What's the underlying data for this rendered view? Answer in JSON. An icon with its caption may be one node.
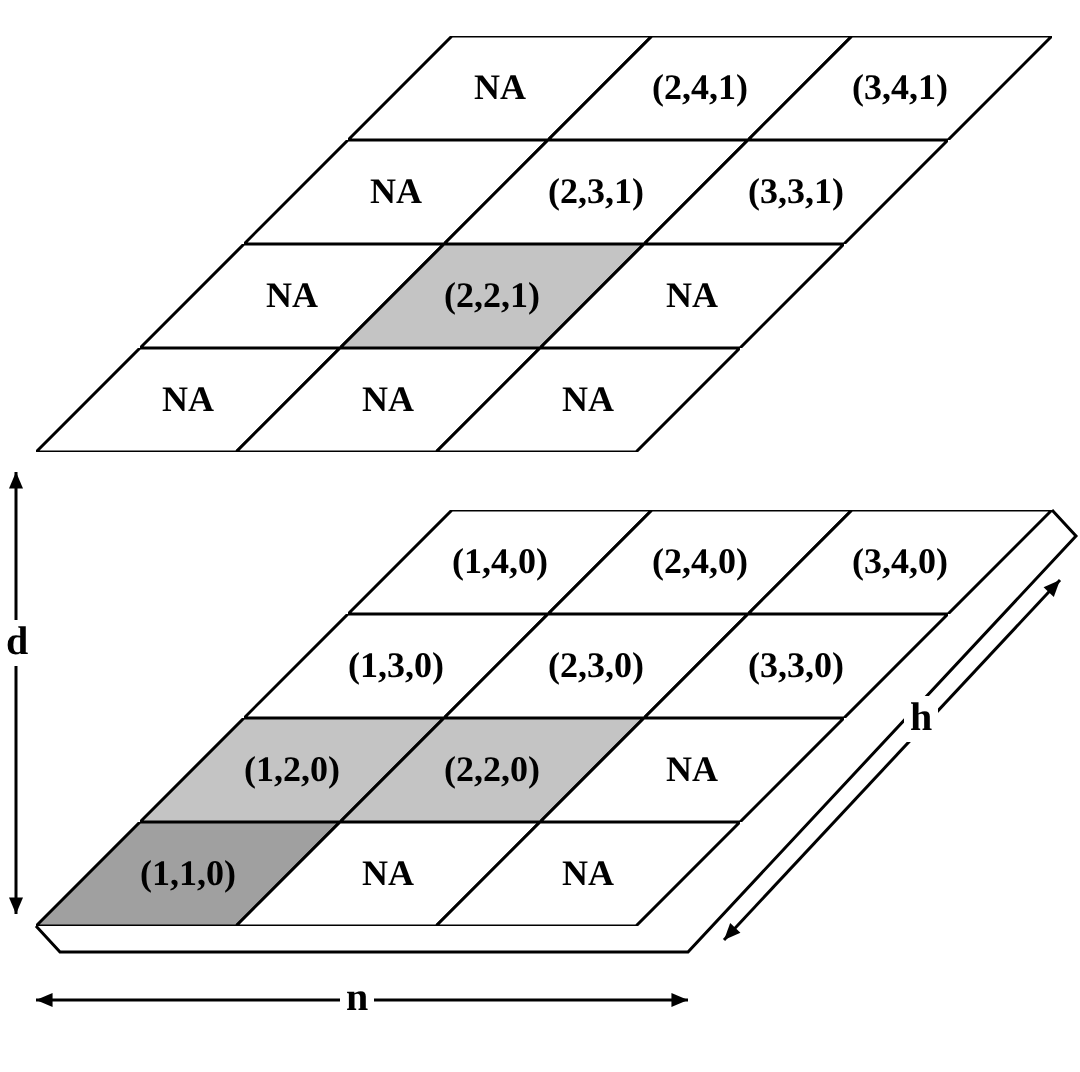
{
  "diagram": {
    "nodes": [
      {
        "text": [
          "NA"
        ]
      },
      {
        "text": [
          "(2,4,1)"
        ]
      },
      {
        "text": [
          "(3,4,1)"
        ]
      },
      {
        "text": [
          "NA"
        ]
      },
      {
        "text": [
          "(2,3,1)"
        ]
      },
      {
        "text": [
          "(3,3,1)"
        ]
      },
      {
        "text": [
          "NA"
        ]
      },
      {
        "text": [
          "(2,2,1)"
        ]
      },
      {
        "text": [
          "NA"
        ]
      },
      {
        "text": [
          "NA"
        ]
      },
      {
        "text": [
          "NA"
        ]
      },
      {
        "text": [
          "NA"
        ]
      },
      {
        "text": [
          "(1,4,0)"
        ]
      },
      {
        "text": [
          "(2,4,0)"
        ]
      },
      {
        "text": [
          "(3,4,0)"
        ]
      },
      {
        "text": [
          "(1,3,0)"
        ]
      },
      {
        "text": [
          "(2,3,0)"
        ]
      },
      {
        "text": [
          "(3,3,0)"
        ]
      },
      {
        "text": [
          "(1,2,0)"
        ]
      },
      {
        "text": [
          "(2,2,0)"
        ]
      },
      {
        "text": [
          "NA"
        ]
      },
      {
        "text": [
          "(1,1,0)"
        ]
      },
      {
        "text": [
          "NA"
        ]
      },
      {
        "text": [
          "NA"
        ]
      }
    ],
    "labels": [
      "d",
      "n",
      "h"
    ]
  }
}
